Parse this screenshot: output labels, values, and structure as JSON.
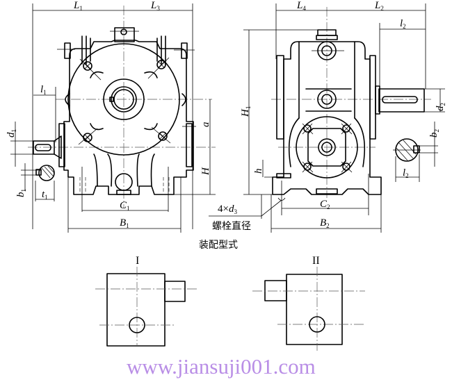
{
  "drawing": {
    "title": "装配型式",
    "bolt_note": {
      "prefix": "4×",
      "symbol": "d",
      "sub": "3",
      "text": "螺栓直径"
    },
    "front_view": {
      "dims": [
        {
          "id": "L1",
          "symbol": "L",
          "sub": "1"
        },
        {
          "id": "L3",
          "symbol": "L",
          "sub": "3"
        },
        {
          "id": "l1",
          "symbol": "l",
          "sub": "1"
        },
        {
          "id": "d1",
          "symbol": "d",
          "sub": "1"
        },
        {
          "id": "b1",
          "symbol": "b",
          "sub": "1"
        },
        {
          "id": "t1",
          "symbol": "t",
          "sub": "1"
        },
        {
          "id": "a",
          "symbol": "a",
          "sub": ""
        },
        {
          "id": "H",
          "symbol": "H",
          "sub": ""
        },
        {
          "id": "C1",
          "symbol": "C",
          "sub": "1"
        },
        {
          "id": "B1",
          "symbol": "B",
          "sub": "1"
        }
      ]
    },
    "side_view": {
      "dims": [
        {
          "id": "L4",
          "symbol": "L",
          "sub": "4"
        },
        {
          "id": "L2",
          "symbol": "L",
          "sub": "2"
        },
        {
          "id": "l2",
          "symbol": "l",
          "sub": "2"
        },
        {
          "id": "d2",
          "symbol": "d",
          "sub": "2"
        },
        {
          "id": "H1",
          "symbol": "H",
          "sub": "1"
        },
        {
          "id": "h",
          "symbol": "h",
          "sub": ""
        },
        {
          "id": "C2",
          "symbol": "C",
          "sub": "2"
        },
        {
          "id": "B2",
          "symbol": "B",
          "sub": "2"
        },
        {
          "id": "b2",
          "symbol": "b",
          "sub": "2"
        },
        {
          "id": "l2_section",
          "symbol": "l",
          "sub": "2"
        }
      ]
    },
    "assembly_types": [
      {
        "label": "I"
      },
      {
        "label": "II"
      }
    ],
    "watermark": "www.jiansuji001.com"
  }
}
